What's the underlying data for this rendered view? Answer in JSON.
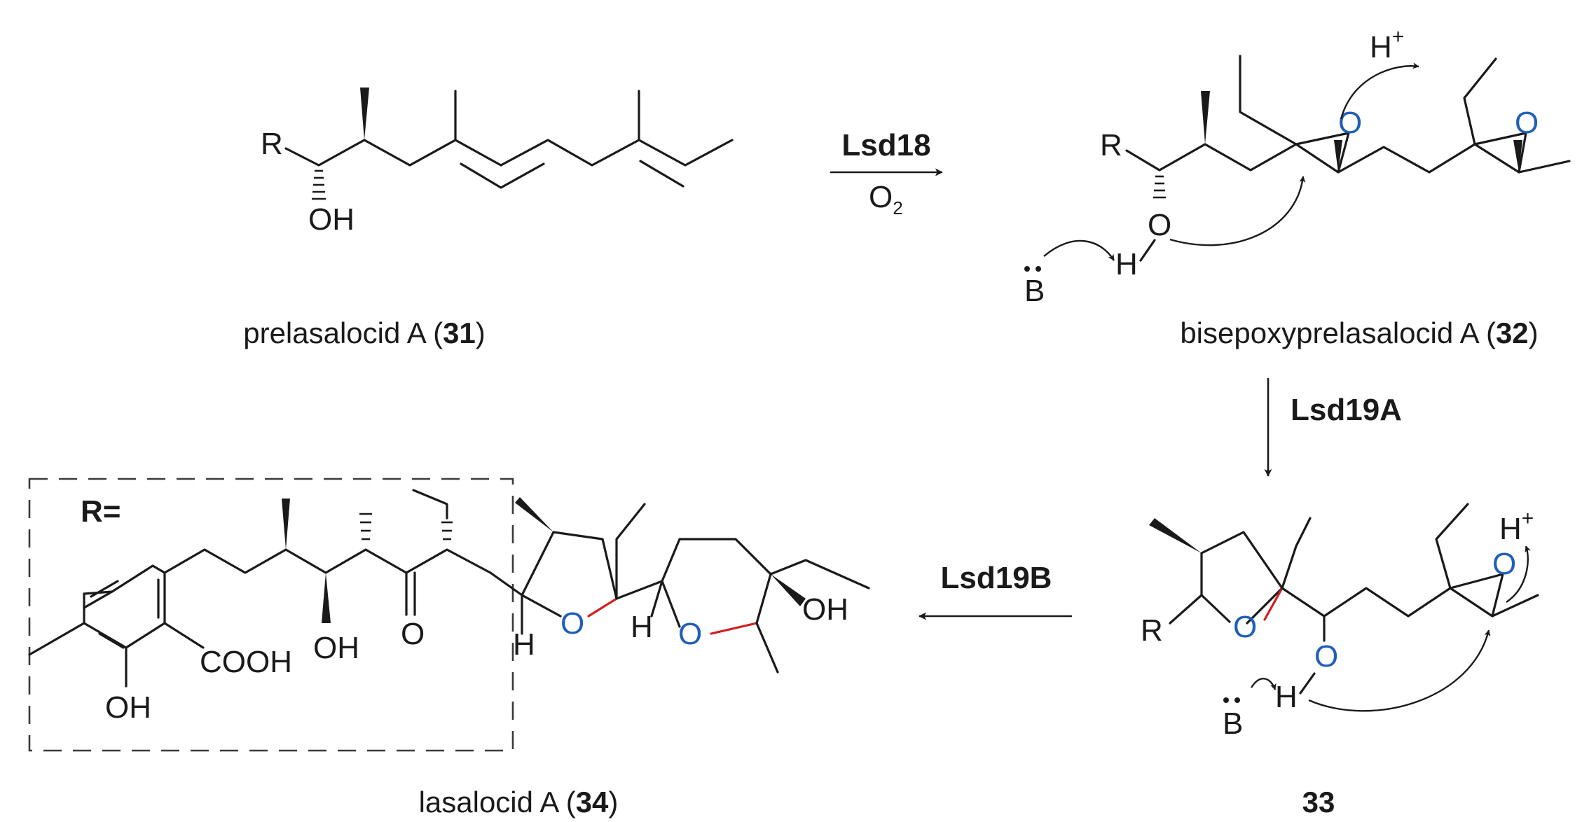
{
  "steps": {
    "step1": {
      "enzyme": "Lsd18",
      "cofactor": "O",
      "cofactor_sub": "2"
    },
    "step2": {
      "enzyme": "Lsd19A"
    },
    "step3": {
      "enzyme": "Lsd19B"
    }
  },
  "compounds": {
    "c31": {
      "name": "prelasalocid A",
      "number": "31"
    },
    "c32": {
      "name": "bisepoxyprelasalocid A",
      "number": "32"
    },
    "c33": {
      "number": "33"
    },
    "c34": {
      "name": "lasalocid A",
      "number": "34"
    }
  },
  "atoms": {
    "R": "R",
    "OH": "OH",
    "O": "O",
    "H": "H",
    "H_plus": "H",
    "plus": "+",
    "B": "B",
    "COOH": "COOH",
    "R_eq": "R="
  },
  "colors": {
    "bond": "#1a1a1a",
    "ring_oxygen": "#1f5fb8",
    "new_bond": "#d02020"
  }
}
